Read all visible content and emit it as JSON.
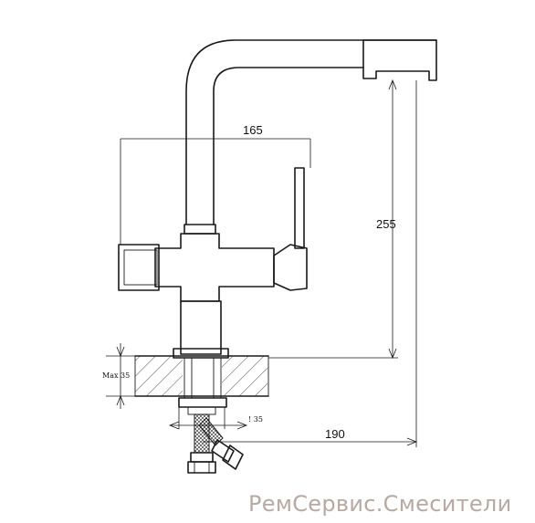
{
  "drawing": {
    "dimensions": {
      "width_top": "165",
      "height": "255",
      "reach": "190",
      "hole": "! 35",
      "thickness": "Max 35"
    }
  },
  "watermark": "РемСервис.Смесители"
}
